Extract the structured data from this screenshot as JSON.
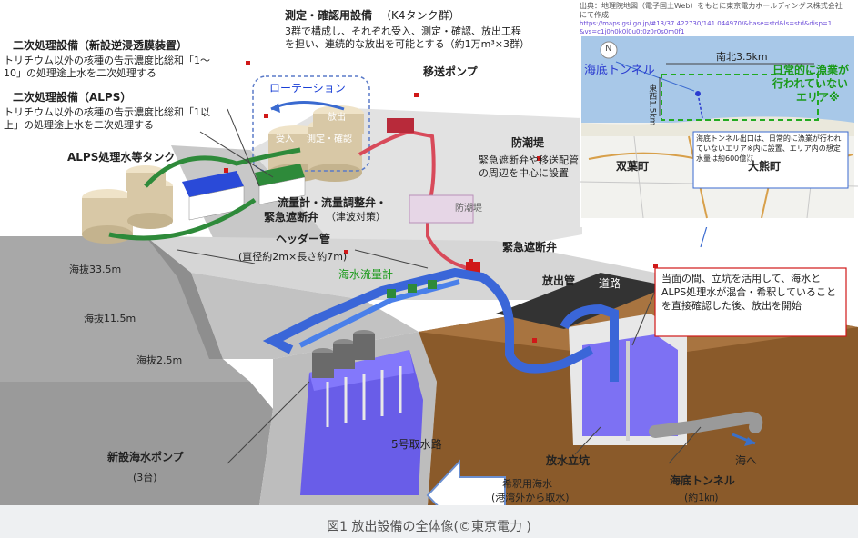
{
  "caption": "図1 放出設備の全体像(©東京電力 )",
  "labels": {
    "secondary_treatment_new": "二次処理設備（新設逆浸透膜装置）",
    "secondary_treatment_new_desc": "トリチウム以外の核種の告示濃度比総和「1～10」の処理途上水を二次処理する",
    "secondary_treatment_alps": "二次処理設備（ALPS）",
    "secondary_treatment_alps_desc": "トリチウム以外の核種の告示濃度比総和「1以上」の処理途上水を二次処理する",
    "alps_tanks": "ALPS処理水等タンク",
    "measurement_facility": "測定・確認用設備",
    "measurement_facility_sub": "（K4タンク群）",
    "measurement_desc": "3群で構成し、それぞれ受入、測定・確認、放出工程を担い、連続的な放出を可能とする（約1万m³×3群）",
    "rotation": "ローテーション",
    "release_tag": "放出",
    "receive_tag": "受入",
    "measure_tag": "測定・確認",
    "transfer_pump": "移送ポンプ",
    "seawall": "防潮堤",
    "seawall_desc": "緊急遮断弁や移送配管の周辺を中心に設置",
    "seawall_tag": "防潮堤",
    "flowmeter_line1": "流量計・流量調整弁・",
    "flowmeter_line2": "緊急遮断弁",
    "flowmeter_note": "（津波対策）",
    "header_pipe": "ヘッダー管",
    "header_pipe_dim": "(直径約2m×長さ約7m)",
    "seawater_flowmeter": "海水流量計",
    "emergency_valve": "緊急遮断弁",
    "discharge_pipe": "放出管",
    "road": "道路",
    "alt_335": "海抜33.5m",
    "alt_115": "海抜11.5m",
    "alt_25": "海抜2.5m",
    "new_seawater_pump": "新設海水ポンプ",
    "pump_count": "(3台)",
    "intake_channel": "5号取水路",
    "dilution_water": "希釈用海水",
    "dilution_source": "(港湾外から取水)",
    "discharge_shaft": "放水立坑",
    "seabed_tunnel": "海底トンネル",
    "tunnel_length": "(約1㎞)",
    "to_sea": "海へ",
    "shaft_note": "当面の間、立坑を活用して、海水とALPS処理水が混合・希釈していることを直接確認した後、放出を開始"
  },
  "map": {
    "source_line1": "出典：地理院地図（電子国土Web）をもとに東京電力ホールディングス株式会社",
    "source_line2": "にて作成",
    "url_line1": "https://maps.gsi.go.jp/#13/37.422730/141.044970/&base=std&ls=std&disp=1",
    "url_line2": "&vs=c1j0h0k0l0u0t0z0r0s0m0f1",
    "tunnel_label": "海底トンネル",
    "ns_distance": "南北3.5km",
    "ew_distance": "東西1.5km",
    "no_fishing_line1": "日常的に漁業が",
    "no_fishing_line2": "行われていない",
    "no_fishing_line3": "エリア※",
    "town_futaba": "双葉町",
    "town_okuma": "大熊町",
    "north": "N",
    "note": "海底トンネル出口は、日常的に漁業が行われていないエリア※内に設置、エリア内の想定水量は約600億㍑"
  },
  "colors": {
    "red_pipe": "#d84a5a",
    "blue_pipe": "#3a66d8",
    "green_pipe": "#2e8a3a",
    "tank": "#d8c8a6",
    "concrete": "#b8b8b8",
    "water": "#5a4cf0",
    "earth": "#8a5a2a",
    "callout_red": "#d01818",
    "fishing_green": "#22aa22"
  }
}
